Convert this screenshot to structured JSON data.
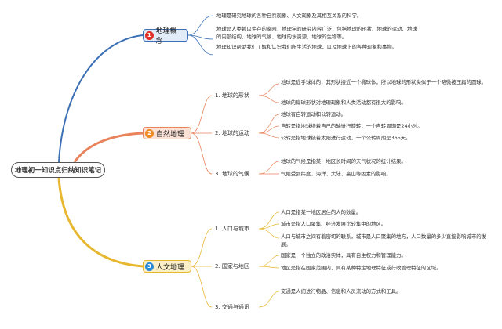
{
  "root": {
    "label": "地理初一知识点归纳知识笔记"
  },
  "branches": [
    {
      "num": "1",
      "label": "地理概念",
      "color": "#3b6fb6",
      "badge": "#e0312b",
      "bg": "#e2ecf8",
      "leaves": [
        "地理是研究地球的各种自然现象、人文现象及其相互关系的科学。",
        "地球是人类赖以生存的家园，地理学的研究内容广泛，包括地球的形状、地球的运动、地球的内部结构、地球的气候、地球的水资源、地球的生物等。",
        "地理知识帮助我们了解和认识我们所生活的地球，以及地球上的各种现象和事物。"
      ]
    },
    {
      "num": "2",
      "label": "自然地理",
      "color": "#e8835c",
      "badge": "#f08a24",
      "bg": "#fbe0d6",
      "subs": [
        {
          "label": "1. 地球的形状",
          "leaves": [
            "地球是近乎球体的，其形状接近一个椭球体，所以地球的形状类似于一个略微被压扁的圆球。",
            "地球的扁球形状对地理现象和人类活动都有很大的影响。"
          ]
        },
        {
          "label": "2. 地球的运动",
          "leaves": [
            "地球有自转运动和公转运动。",
            "自转是指地球绕着自己的轴进行旋转，一个自转周期是24小时。",
            "公转是指地球绕着太阳进行运动，一个公转周期是365天。"
          ]
        },
        {
          "label": "3. 地球的气候",
          "leaves": [
            "地球的气候是指某一地区长时间的天气状况的统计结果。",
            "气候受到纬度、海洋、大陆、高山等因素的影响。"
          ]
        }
      ]
    },
    {
      "num": "3",
      "label": "人文地理",
      "color": "#e8b730",
      "badge": "#2a8ad8",
      "bg": "#fbefc7",
      "subs": [
        {
          "label": "1. 人口与城市",
          "leaves": [
            "人口是指某一地区居住的人的数量。",
            "城市是指人口聚集、经济发展比较集中的地区。",
            "人口与城市之间有着密切的联系，城市是人口聚集的地方，人口数量的多少直接影响城市的发展。"
          ]
        },
        {
          "label": "2. 国家与地区",
          "leaves": [
            "国家是一个独立的政治实体，具有自主权力和管理能力。",
            "地区是指在国家范围内，具有某种特定地理特征或行政管理特征的区域。"
          ]
        },
        {
          "label": "3. 交通与通讯",
          "leaves": [
            "交通是人们进行物品、信息和人员流动的方式和工具。"
          ]
        }
      ]
    }
  ]
}
